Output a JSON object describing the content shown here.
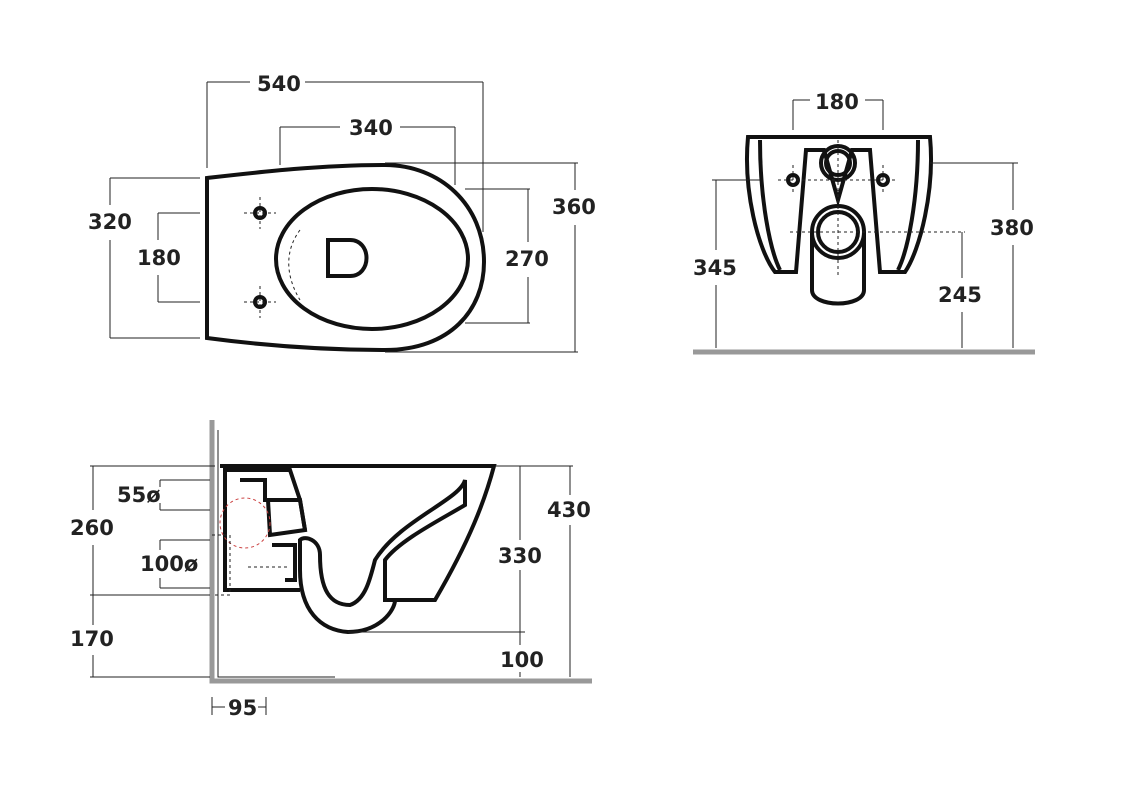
{
  "top_view": {
    "width_540": "540",
    "width_340": "340",
    "depth_320": "320",
    "depth_180": "180",
    "depth_270": "270",
    "depth_360": "360"
  },
  "front_view": {
    "holes_180": "180",
    "height_345": "345",
    "height_380": "380",
    "height_245": "245"
  },
  "side_view": {
    "inlet_55": "55ø",
    "height_260": "260",
    "outlet_100": "100ø",
    "height_430": "430",
    "height_330": "330",
    "height_170": "170",
    "height_100": "100",
    "wall_95": "95"
  },
  "colors": {
    "line": "#111111",
    "wall_floor": "#999999"
  }
}
